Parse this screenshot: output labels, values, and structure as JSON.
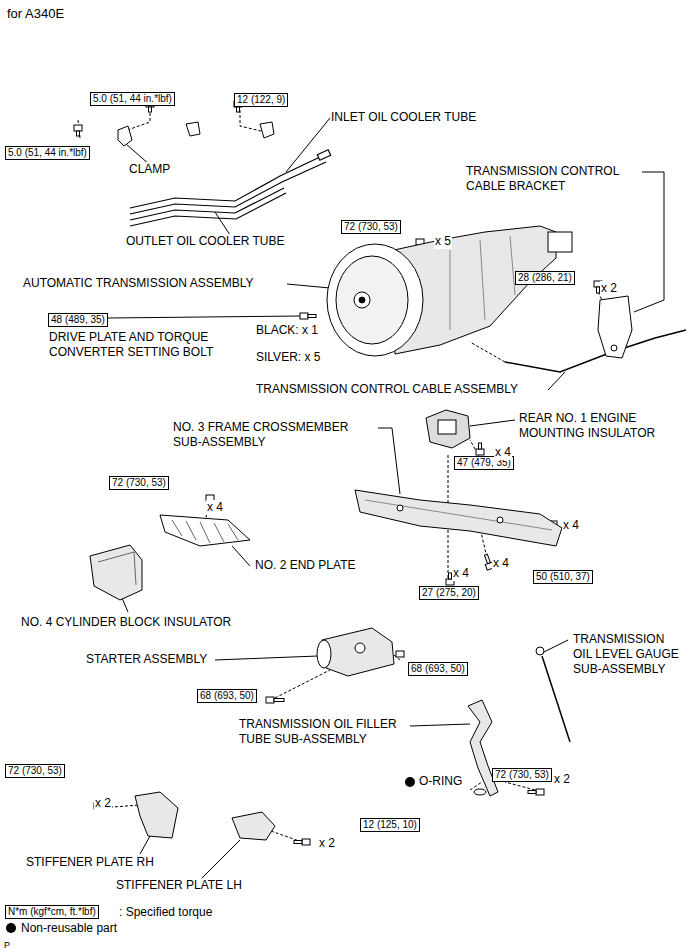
{
  "diagram": {
    "title": "for A340E",
    "nodes": [
      {
        "text": [
          "5.0 (51, 44 in.*lbf)"
        ]
      },
      {
        "text": [
          "12 (122, 9)"
        ]
      },
      {
        "text": [
          "5.0 (51, 44 in.*lbf)"
        ]
      },
      {
        "text": [
          "72 (730, 53)"
        ]
      },
      {
        "text": [
          "28 (286, 21)"
        ]
      },
      {
        "text": [
          "48 (489, 35)"
        ]
      },
      {
        "text": [
          "47 (479, 35)"
        ]
      },
      {
        "text": [
          "72 (730, 53)"
        ]
      },
      {
        "text": [
          "50 (510, 37)"
        ]
      },
      {
        "text": [
          "27 (275, 20)"
        ]
      },
      {
        "text": [
          "68 (693, 50)"
        ]
      },
      {
        "text": [
          "68 (693, 50)"
        ]
      },
      {
        "text": [
          "72 (730, 53)"
        ]
      },
      {
        "text": [
          "12 (125, 10)"
        ]
      },
      {
        "text": [
          "72 (730, 53)"
        ]
      },
      {
        "text": [
          "N*m (kgf*cm, ft.*lbf)"
        ]
      }
    ],
    "labels": [
      "INLET OIL COOLER TUBE",
      "CLAMP",
      "TRANSMISSION CONTROL CABLE BRACKET",
      "OUTLET OIL COOLER TUBE",
      "x 5",
      "AUTOMATIC TRANSMISSION ASSEMBLY",
      "x 2",
      "BLACK: x 1",
      "DRIVE PLATE AND TORQUE CONVERTER SETTING BOLT",
      "SILVER: x 5",
      "TRANSMISSION CONTROL CABLE ASSEMBLY",
      "NO. 3 FRAME CROSSMEMBER SUB-ASSEMBLY",
      "REAR NO. 1 ENGINE MOUNTING INSULATOR",
      "x 4",
      "x 4",
      "NO. 2 END PLATE",
      "x 4",
      "x 4",
      "x 4",
      "NO. 4 CYLINDER BLOCK INSULATOR",
      "TRANSMISSION OIL LEVEL GAUGE SUB-ASSEMBLY",
      "STARTER ASSEMBLY",
      "TRANSMISSION OIL FILLER TUBE SUB-ASSEMBLY",
      "O-RING",
      "x 2",
      "x 2",
      "STIFFENER PLATE RH",
      "x 2",
      "STIFFENER PLATE LH",
      "P"
    ],
    "legend": [
      {
        "text": ": Specified torque"
      },
      {
        "text": "Non-reusable part"
      }
    ]
  }
}
